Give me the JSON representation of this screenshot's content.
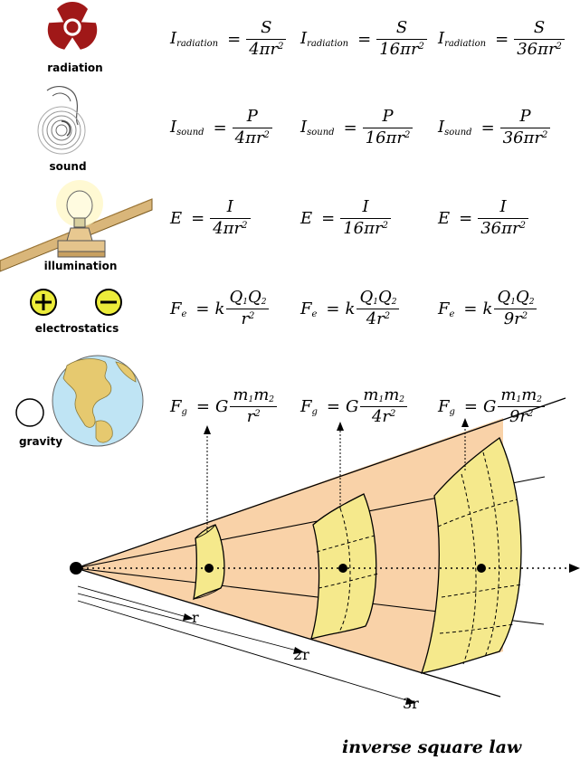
{
  "rows": [
    {
      "label": "radiation",
      "equations": [
        {
          "lhs": "I",
          "lhs_sub": "radiation",
          "pre": "",
          "num": "S",
          "den": "4πr",
          "den_sup": "2"
        },
        {
          "lhs": "I",
          "lhs_sub": "radiation",
          "pre": "",
          "num": "S",
          "den": "16πr",
          "den_sup": "2"
        },
        {
          "lhs": "I",
          "lhs_sub": "radiation",
          "pre": "",
          "num": "S",
          "den": "36πr",
          "den_sup": "2"
        }
      ]
    },
    {
      "label": "sound",
      "equations": [
        {
          "lhs": "I",
          "lhs_sub": "sound",
          "pre": "",
          "num": "P",
          "den": "4πr",
          "den_sup": "2"
        },
        {
          "lhs": "I",
          "lhs_sub": "sound",
          "pre": "",
          "num": "P",
          "den": "16πr",
          "den_sup": "2"
        },
        {
          "lhs": "I",
          "lhs_sub": "sound",
          "pre": "",
          "num": "P",
          "den": "36πr",
          "den_sup": "2"
        }
      ]
    },
    {
      "label": "illumination",
      "equations": [
        {
          "lhs": "E",
          "lhs_sub": "",
          "pre": "",
          "num": "I",
          "den": "4πr",
          "den_sup": "2"
        },
        {
          "lhs": "E",
          "lhs_sub": "",
          "pre": "",
          "num": "I",
          "den": "16πr",
          "den_sup": "2"
        },
        {
          "lhs": "E",
          "lhs_sub": "",
          "pre": "",
          "num": "I",
          "den": "36πr",
          "den_sup": "2"
        }
      ]
    },
    {
      "label": "electrostatics",
      "equations": [
        {
          "lhs": "F",
          "lhs_sub": "e",
          "pre": "k",
          "num": "Q",
          "num_sub1": "1",
          "num2": "Q",
          "num_sub2": "2",
          "den": "r",
          "den_sup": "2"
        },
        {
          "lhs": "F",
          "lhs_sub": "e",
          "pre": "k",
          "num": "Q",
          "num_sub1": "1",
          "num2": "Q",
          "num_sub2": "2",
          "den": "4r",
          "den_sup": "2"
        },
        {
          "lhs": "F",
          "lhs_sub": "e",
          "pre": "k",
          "num": "Q",
          "num_sub1": "1",
          "num2": "Q",
          "num_sub2": "2",
          "den": "9r",
          "den_sup": "2"
        }
      ]
    },
    {
      "label": "gravity",
      "equations": [
        {
          "lhs": "F",
          "lhs_sub": "g",
          "pre": "G",
          "num": "m",
          "num_sub1": "1",
          "num2": "m",
          "num_sub2": "2",
          "den": "r",
          "den_sup": "2"
        },
        {
          "lhs": "F",
          "lhs_sub": "g",
          "pre": "G",
          "num": "m",
          "num_sub1": "1",
          "num2": "m",
          "num_sub2": "2",
          "den": "4r",
          "den_sup": "2"
        },
        {
          "lhs": "F",
          "lhs_sub": "g",
          "pre": "G",
          "num": "m",
          "num_sub1": "1",
          "num2": "m",
          "num_sub2": "2",
          "den": "9r",
          "den_sup": "2"
        }
      ]
    }
  ],
  "distances": [
    "r",
    "2r",
    "3r"
  ],
  "electro_symbols": {
    "plus": "+",
    "minus": "−"
  },
  "title": "inverse square law",
  "icons": {
    "radiation": "radiation-trefoil-icon",
    "sound": "ear-sound-waves-icon",
    "illumination": "light-bulb-icon",
    "electrostatics": "charge-plus-minus-icon",
    "gravity": "earth-globe-icon"
  },
  "colors": {
    "cone_fill": "#f9d2a8",
    "surface_fill": "#f5e98c",
    "radiation_red": "#a01818",
    "ocean": "#bfe4f4",
    "land": "#e6c96f"
  }
}
